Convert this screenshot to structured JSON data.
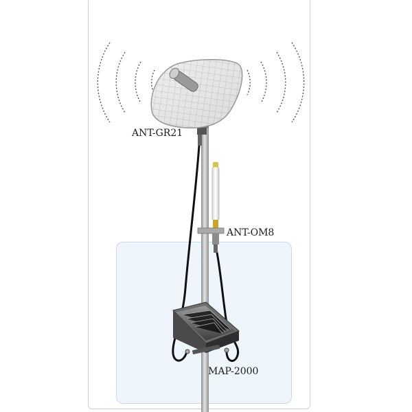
{
  "labels": {
    "dish": "ANT-GR21",
    "omni": "ANT-OM8",
    "device": "MAP-2000"
  },
  "colors": {
    "zone_fill": "#eef5fb",
    "zone_border": "#c9dbe8",
    "pole": "#b8b8b8",
    "cable": "#111111",
    "omni_tip": "#d9c24a"
  },
  "icons": [
    "signal-wave-icon",
    "grid-dish-antenna",
    "omni-antenna",
    "mesh-access-point-device"
  ]
}
